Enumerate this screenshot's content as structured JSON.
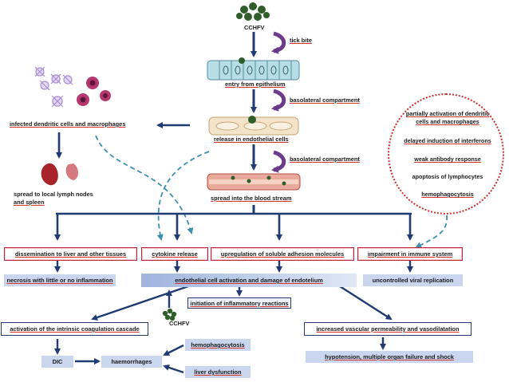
{
  "virus": {
    "label": "CCHFV",
    "label_bottom": "CCHFV"
  },
  "steps": {
    "tick_bite": "tick bite",
    "entry": "entry from epithelium",
    "basolateral_1": "basolateral compartment",
    "release": "release in endothelial cells",
    "basolateral_2": "basolateral compartment",
    "spread_blood": "spread into the blood stream"
  },
  "left": {
    "infected_cells": "infected dendritic cells and macrophages",
    "lymph_line1": "spread to local lymph nodes",
    "lymph_line2": "and spleen"
  },
  "immune_circle": {
    "items": [
      "partially activation of dendritic",
      "cells and macrophages",
      "delayed induction of interferons",
      "weak antibody response",
      "apoptosis of lymphocytes",
      "hemophagocytosis"
    ]
  },
  "red_boxes": {
    "dissemination": "dissemination to liver and other tissues",
    "cytokine": "cytokine release",
    "adhesion": "upregulation of soluble adhesion molecules",
    "impairment": "impairment in immune system"
  },
  "row_outcomes": {
    "necrosis": "necrosis  with little or no inflammation",
    "endothelial": "endothelial cell activation and damage of endotelium",
    "uncontrolled": "uncontrolled viral replication"
  },
  "inflammatory": "initiation of inflammatory reactions",
  "coagulation": "activation of the intrinsic coagulation cascade",
  "vascular": "increased vascular permeability and vasodilatation",
  "dic": "DIC",
  "haemorrhages": "haemorrhages",
  "hemophago": "hemophagocytosis",
  "liver": "liver dysfunction",
  "shock": "hypotension, multiple organ failure and shock",
  "colors": {
    "arrow": "#1f3b73",
    "dashed": "#3b8fb0",
    "red_border": "#c0253a",
    "navy": "#283a6e",
    "light_blue": "#c9d6ee",
    "curved": "#6b3a8a"
  }
}
